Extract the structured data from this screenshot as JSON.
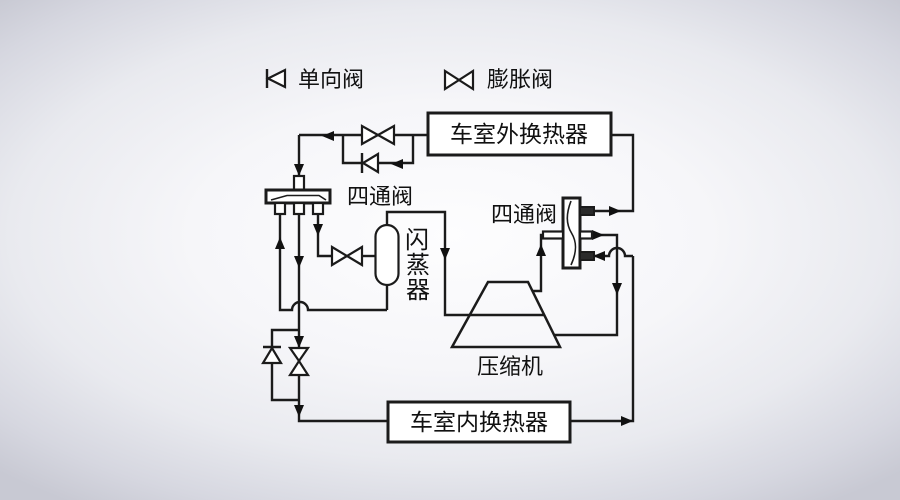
{
  "legend": {
    "check_valve": "单向阀",
    "expansion_valve": "膨胀阀"
  },
  "labels": {
    "outdoor_hx": "车室外换热器",
    "indoor_hx": "车室内换热器",
    "four_way_valve_left": "四通阀",
    "four_way_valve_right": "四通阀",
    "flash_evaporator_chars": [
      "闪",
      "蒸",
      "器"
    ],
    "compressor": "压缩机"
  },
  "colors": {
    "line": "#1b1b1b",
    "component_fill": "#ffffff",
    "background_center": "#fdfdfe",
    "background_edge": "#c8c9d3"
  }
}
